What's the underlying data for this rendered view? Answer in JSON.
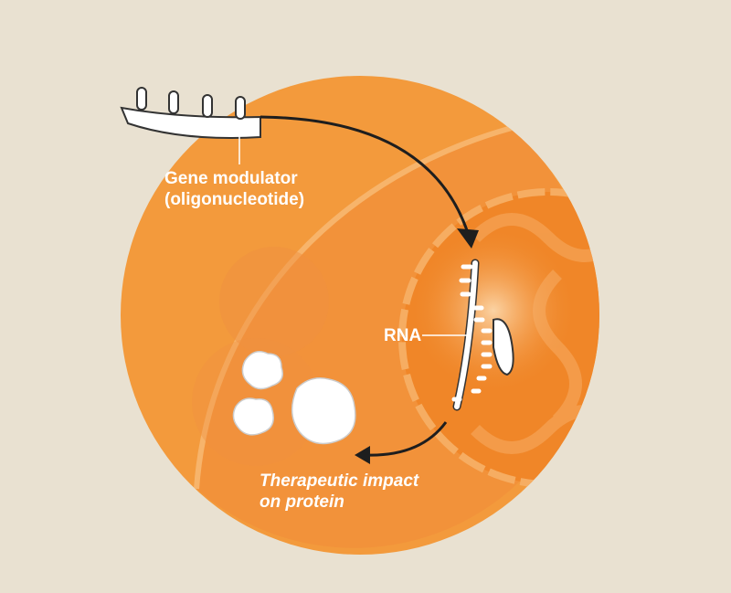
{
  "labels": {
    "modulator_line1": "Gene modulator",
    "modulator_line2": "(oligonucleotide)",
    "rna": "RNA",
    "impact_line1": "Therapeutic impact",
    "impact_line2": "on protein"
  },
  "colors": {
    "background": "#e9e1d1",
    "cell": "#f39a3c",
    "nucleus": "#f0872a",
    "arrow": "#1e1e1e"
  }
}
